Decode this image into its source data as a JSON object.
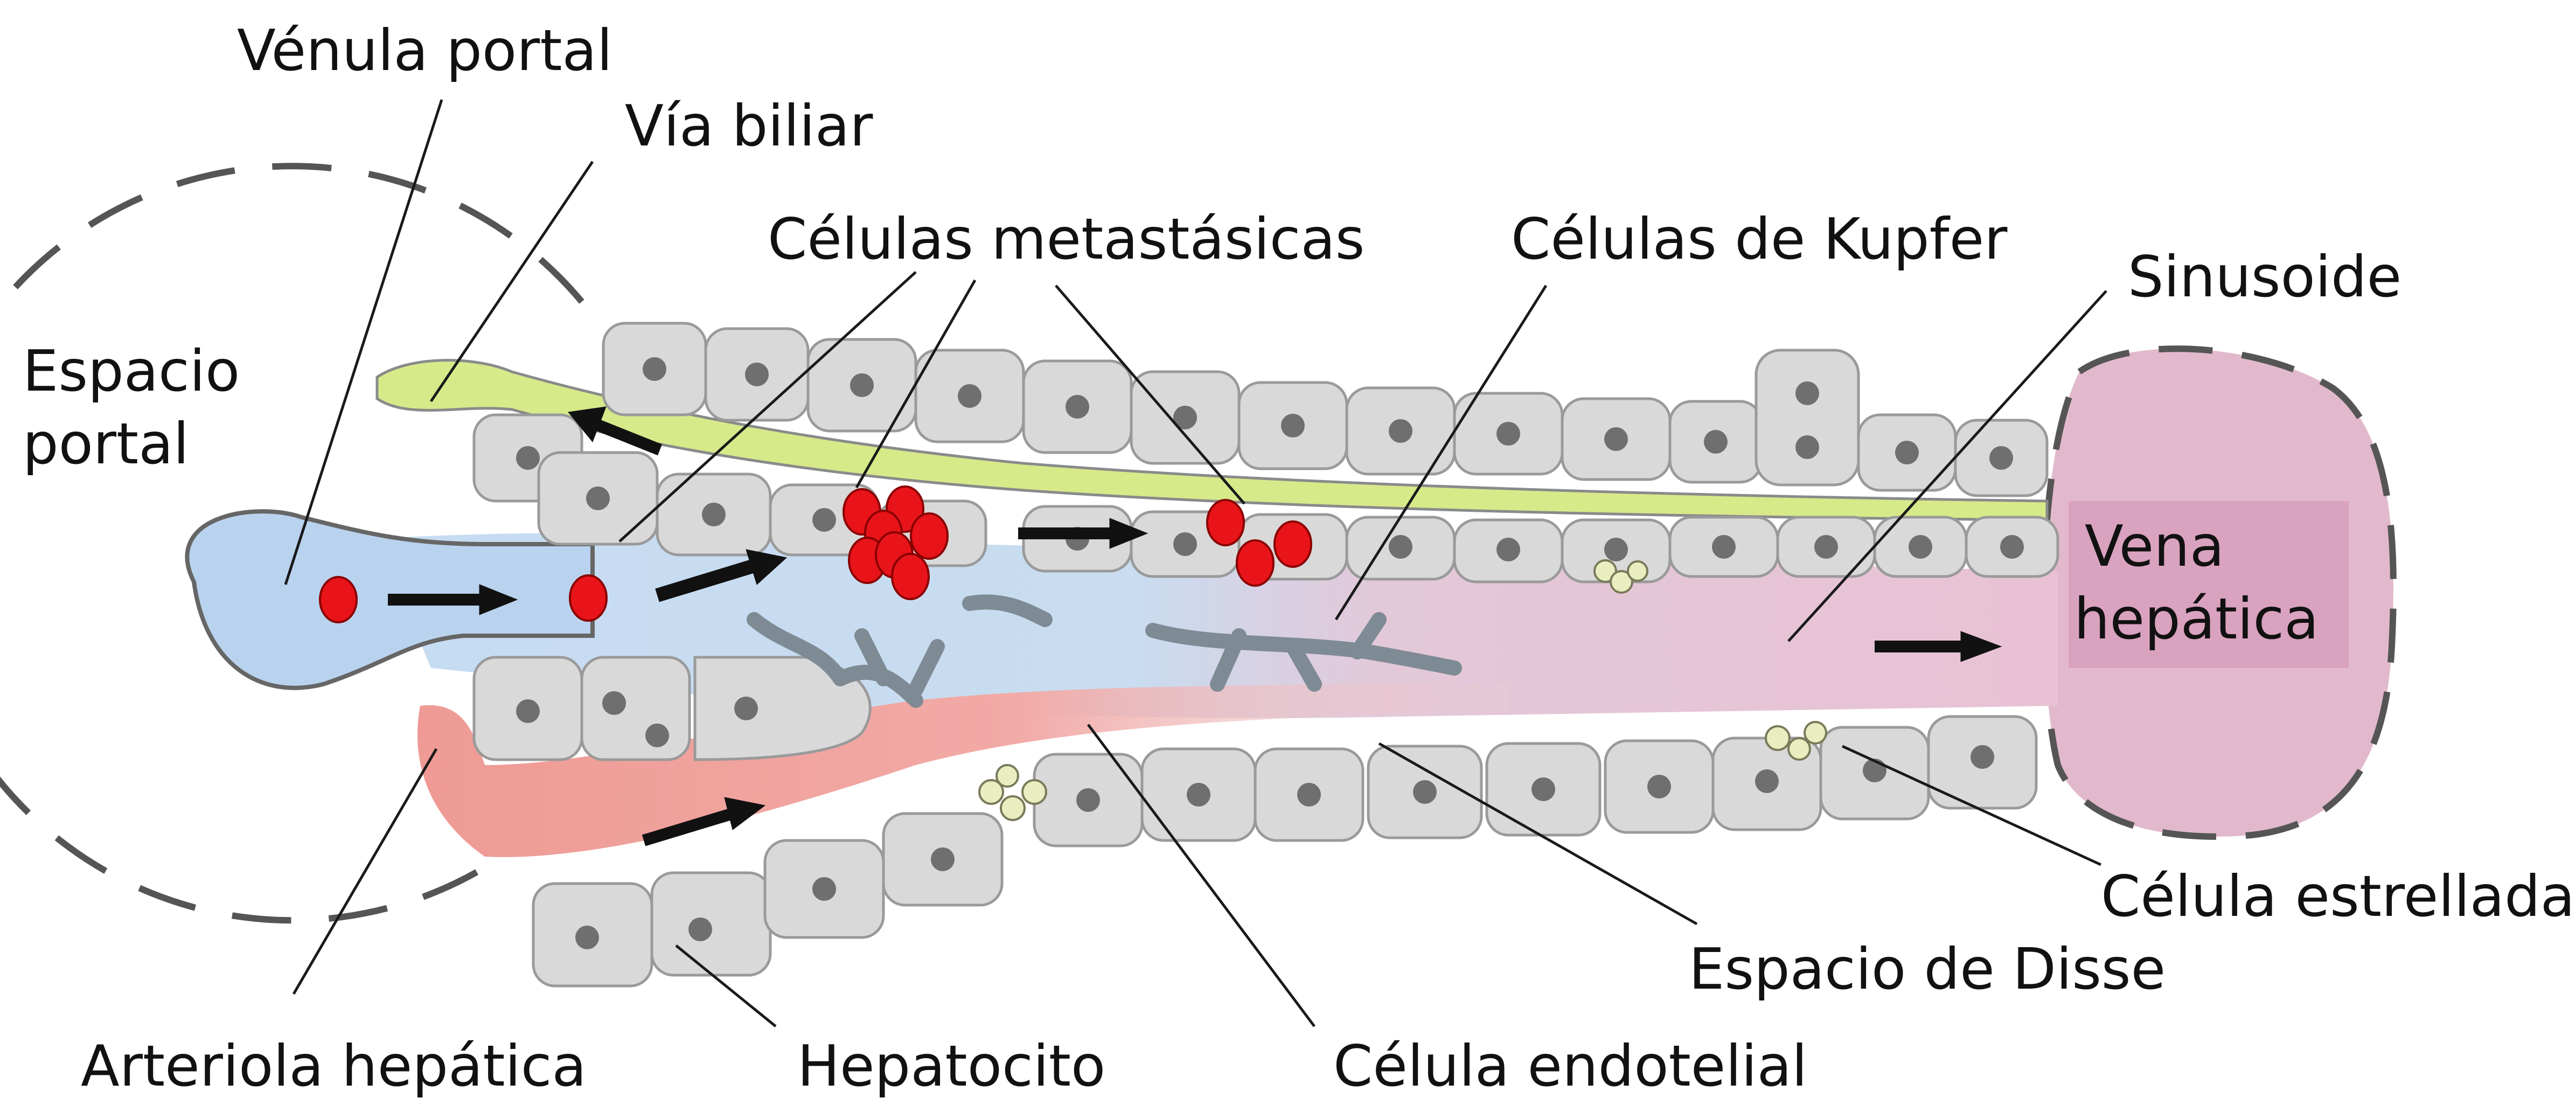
{
  "labels": {
    "venula_portal": "Vénula portal",
    "via_biliar": "Vía biliar",
    "espacio_portal_1": "Espacio",
    "espacio_portal_2": "portal",
    "celulas_metastasicas": "Células metastásicas",
    "celulas_kupfer": "Células de Kupfer",
    "sinusoide": "Sinusoide",
    "vena_hepatica_1": "Vena",
    "vena_hepatica_2": "hepática",
    "celula_estrellada": "Célula estrellada",
    "espacio_disse": "Espacio de Disse",
    "arteriola_hepatica": "Arteriola hepática",
    "hepatocito": "Hepatocito",
    "celula_endotelial": "Célula endotelial"
  },
  "colors": {
    "portal_venule": "#b9d3ef",
    "bile_duct": "#d6ea8a",
    "hepatic_vein": "#e2b9cc",
    "hepatic_vein_label_bg": "#d9a2bf",
    "arteriole": "#ef9a94",
    "sinusoid_blue": "#c6dcf2",
    "sinusoid_pink": "#e8c2d4",
    "hepatocyte": "#d9d9d9",
    "kupffer": "#8e9aa3",
    "metastatic_cell": "#e8141a"
  }
}
